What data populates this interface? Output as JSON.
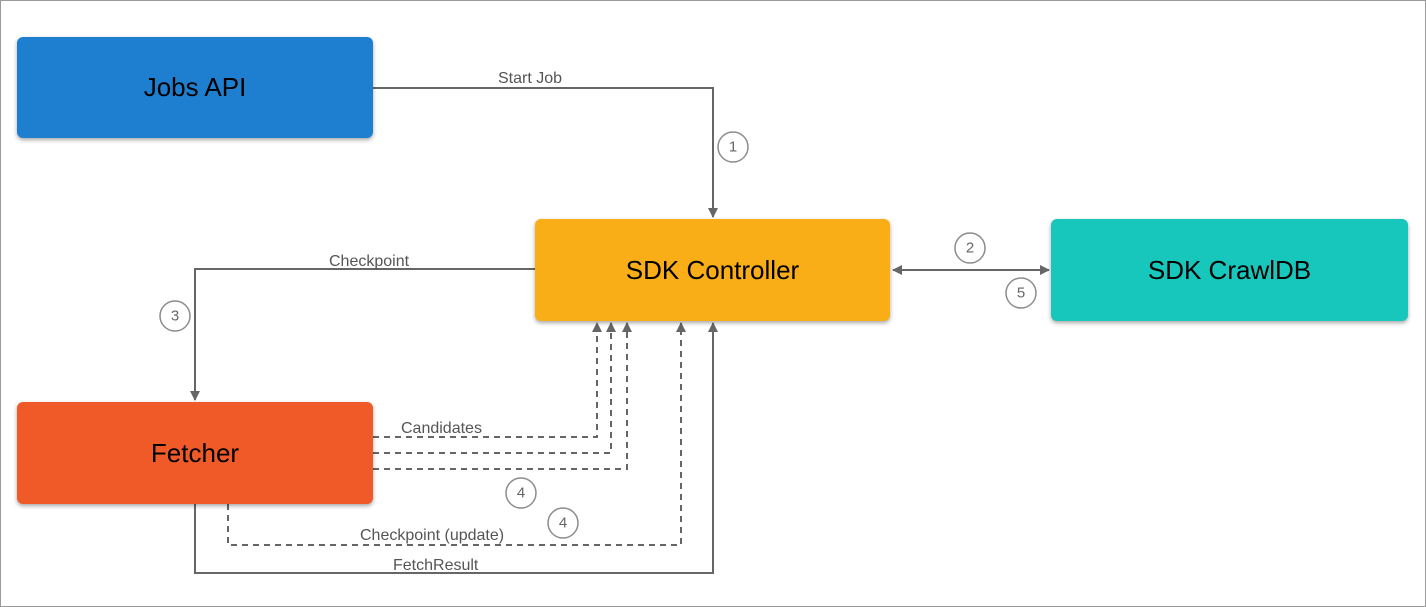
{
  "nodes": {
    "jobs_api": {
      "label": "Jobs API",
      "color": "#1e7fd0"
    },
    "sdk_controller": {
      "label": "SDK Controller",
      "color": "#f9ad16"
    },
    "sdk_crawldb": {
      "label": "SDK CrawlDB",
      "color": "#17c7bc"
    },
    "fetcher": {
      "label": "Fetcher",
      "color": "#f05a28"
    }
  },
  "edges": {
    "start_job": "Start Job",
    "checkpoint": "Checkpoint",
    "candidates": "Candidates",
    "checkpoint_update": "Checkpoint (update)",
    "fetch_result": "FetchResult"
  },
  "steps": {
    "s1": "1",
    "s2": "2",
    "s3": "3",
    "s4a": "4",
    "s4b": "4",
    "s5": "5"
  }
}
